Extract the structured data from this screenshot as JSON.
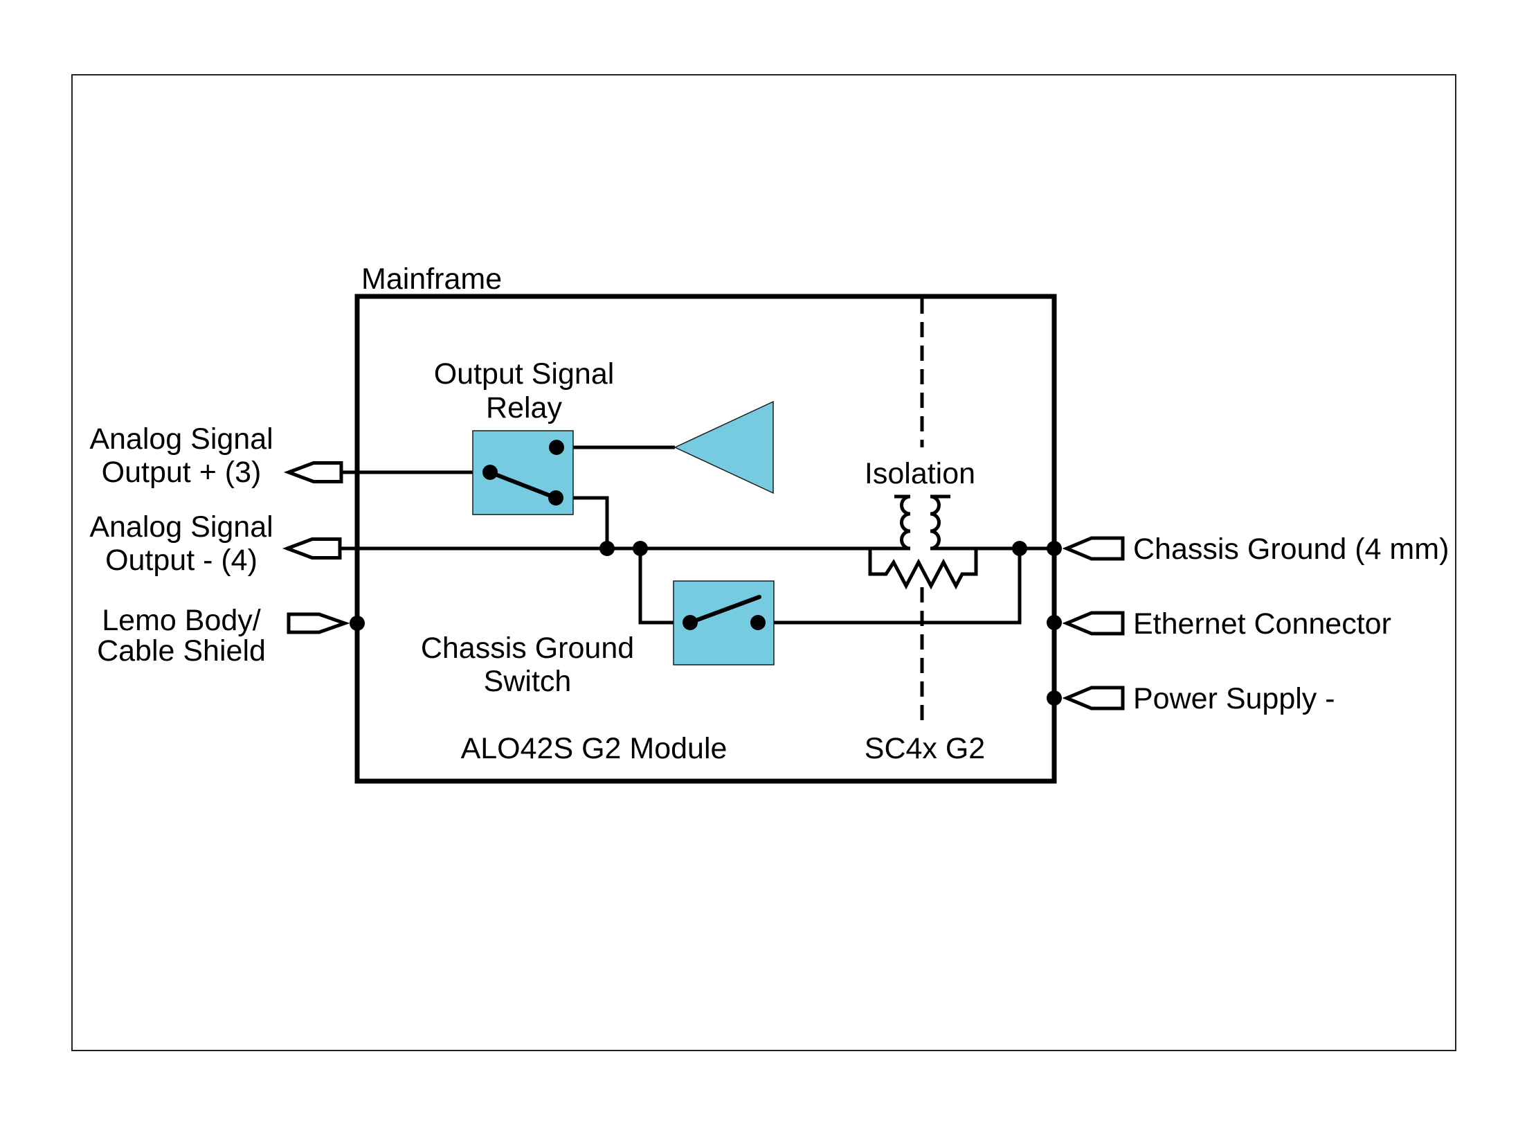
{
  "colors": {
    "component_fill": "#76CBE0",
    "wire": "#000000",
    "text": "#000000",
    "page_border": "#222222"
  },
  "mainframe": {
    "title": "Mainframe",
    "module_label": "ALO42S G2 Module",
    "segment_label": "SC4x G2",
    "isolation_label": "Isolation"
  },
  "components": {
    "relay": {
      "label_line1": "Output Signal",
      "label_line2": "Relay"
    },
    "ground_switch": {
      "label_line1": "Chassis Ground",
      "label_line2": "Switch"
    },
    "amplifier": "amplifier-triangle",
    "isolation_transformer": "isolation-transformer",
    "bleed_resistor": "parallel-resistor"
  },
  "ports": {
    "left": [
      {
        "line1": "Analog Signal",
        "line2": "Output + (3)"
      },
      {
        "line1": "Analog Signal",
        "line2": "Output - (4)"
      },
      {
        "line1": "Lemo Body/",
        "line2": "Cable Shield"
      }
    ],
    "right": [
      {
        "label": "Chassis Ground (4 mm)"
      },
      {
        "label": "Ethernet Connector"
      },
      {
        "label": "Power Supply -"
      }
    ]
  }
}
